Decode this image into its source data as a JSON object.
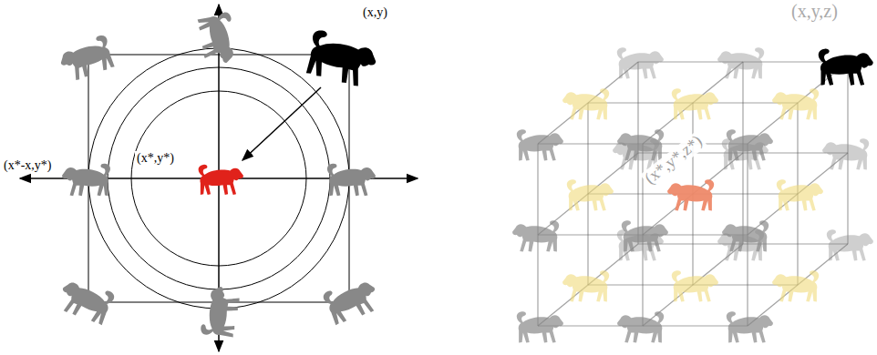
{
  "diagram": {
    "labels": [
      "(x,y)",
      "(x*,y*)",
      "(x*-x,y*)",
      "(x,y,z)",
      "(x*,y*,z*)"
    ]
  }
}
